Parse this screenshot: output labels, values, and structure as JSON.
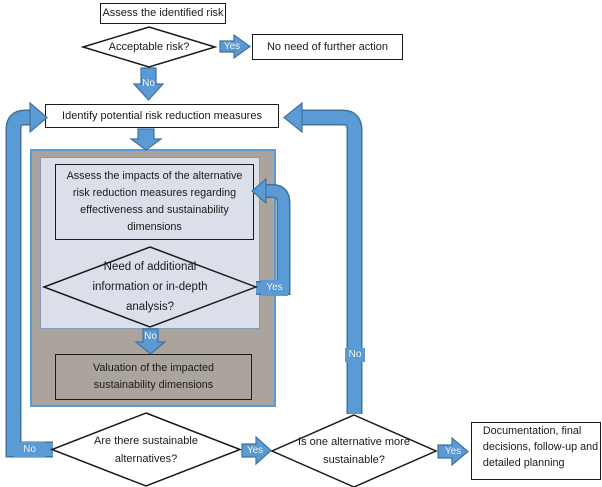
{
  "colors": {
    "arrow_fill": "#5b9bd5",
    "arrow_border": "#41719c",
    "outer_container_fill": "#aba49c",
    "outer_container_border": "#5b9bd5",
    "inner_container_fill": "#dadfe9",
    "inner_container_border": "#8798b8",
    "node_border": "#1a1a1a",
    "node_fill": "#ffffff"
  },
  "nodes": {
    "assess_risk": {
      "label": "Assess the identified risk"
    },
    "acceptable_risk": {
      "label": "Acceptable risk?"
    },
    "no_further_action": {
      "label": "No need of further action"
    },
    "identify_measures": {
      "label": "Identify potential risk reduction measures"
    },
    "assess_impacts": {
      "lines": [
        "Assess the impacts of the alternative",
        "risk reduction measures regarding",
        "effectiveness and sustainability",
        "dimensions"
      ]
    },
    "need_info": {
      "lines": [
        "Need of additional",
        "information or in-depth",
        "analysis?"
      ]
    },
    "valuation": {
      "lines": [
        "Valuation of the impacted",
        "sustainability dimensions"
      ]
    },
    "sustainable_alternatives": {
      "lines": [
        "Are there sustainable",
        "alternatives?"
      ]
    },
    "one_alternative": {
      "lines": [
        "Is one alternative more",
        "sustainable?"
      ]
    },
    "documentation": {
      "lines": [
        "Documentation, final",
        "decisions, follow-up and",
        "detailed planning"
      ]
    }
  },
  "edges": {
    "acceptable_yes": "Yes",
    "acceptable_no": "No",
    "need_info_yes": "Yes",
    "need_info_no": "No",
    "sustainable_no": "No",
    "sustainable_yes": "Yes",
    "one_alternative_no": "No",
    "one_alternative_yes": "Yes"
  }
}
